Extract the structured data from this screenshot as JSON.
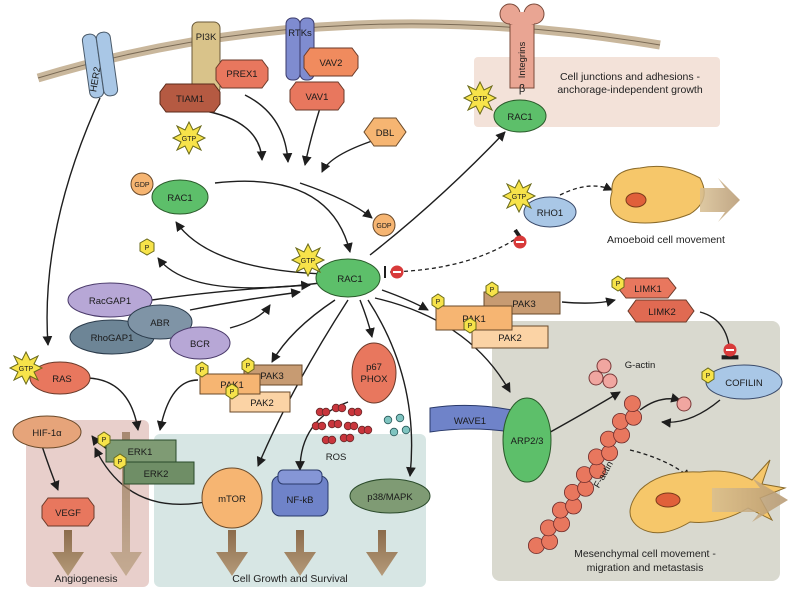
{
  "regions": {
    "cell_junctions": "Cell junctions and adhesions -",
    "cell_junctions_2": "anchorage-independent growth",
    "amoeboid": "Amoeboid cell movement",
    "mesenchymal": "Mesenchymal cell movement -",
    "mesenchymal_2": "migration and metastasis",
    "angiogenesis": "Angiogenesis",
    "growth": "Cell Growth and Survival"
  },
  "nodes": {
    "her2": "HER2",
    "pi3k": "PI3K",
    "prex1": "PREX1",
    "tiam1": "TIAM1",
    "rtks": "RTKs",
    "vav2": "VAV2",
    "vav1": "VAV1",
    "integrins": "Integrins",
    "beta": "β",
    "dbl": "DBL",
    "rac1_gdp": "RAC1",
    "rac1_center": "RAC1",
    "rac1_top": "RAC1",
    "rho1": "RHO1",
    "racgap1": "RacGAP1",
    "abr": "ABR",
    "rhogap1": "RhoGAP1",
    "bcr": "BCR",
    "ras": "RAS",
    "pak1_right": "PAK1",
    "pak2_right": "PAK2",
    "pak3_right": "PAK3",
    "pak1_left": "PAK1",
    "pak2_left": "PAK2",
    "pak3_left": "PAK3",
    "limk1": "LIMK1",
    "limk2": "LIMK2",
    "cofilin": "COFILIN",
    "g_actin": "G-actin",
    "f_actin": "F-actin",
    "wave1": "WAVE1",
    "arp23": "ARP2/3",
    "p67phox_1": "p67",
    "p67phox_2": "PHOX",
    "ros": "ROS",
    "nfkb": "NF-kB",
    "p38": "p38/MAPK",
    "mtor": "mTOR",
    "hif1a": "HIF-1α",
    "vegf": "VEGF",
    "erk1": "ERK1",
    "erk2": "ERK2"
  },
  "badges": {
    "gtp": "GTP",
    "gdp": "GDP",
    "p": "P"
  },
  "colors": {
    "membrane": "#c9b79c",
    "rac_green": "#5dbf6a",
    "pak_orange": "#f6b572",
    "pak_light": "#fbd3a5",
    "purple": "#b7a7d6",
    "slate": "#6d8596",
    "blue": "#6f83c9",
    "light_blue": "#a9c7e6",
    "salmon": "#e8775e",
    "olive": "#7f9b74",
    "red_mol": "#c9353c",
    "teal_mol": "#7fc4c0",
    "pink": "#f0a6a0",
    "junction_bg": "#f3e2d9",
    "mesen_bg": "#d9d9cf",
    "angio_bg": "#e8cfcb",
    "growth_bg": "#d7e6e4",
    "yellow": "#f7e34a"
  }
}
